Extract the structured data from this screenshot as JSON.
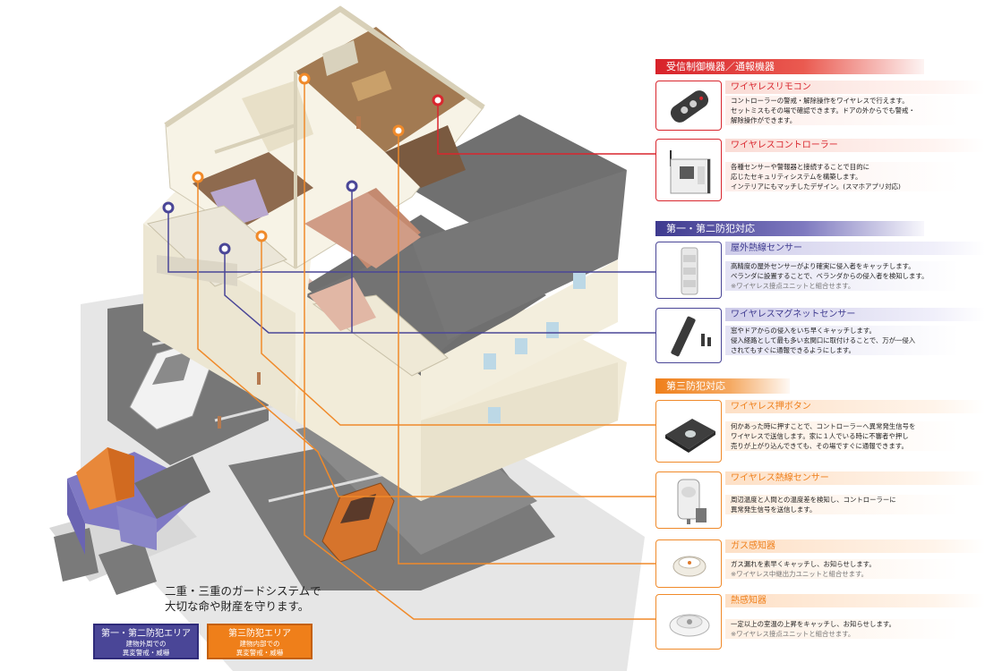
{
  "sections": {
    "receiver": {
      "title": "受信制御機器／通報機器",
      "color": "#d8222a"
    },
    "first_second": {
      "title": "第一・第二防犯対応",
      "color": "#3e3a8f"
    },
    "third": {
      "title": "第三防犯対応",
      "color": "#ef7f1a"
    }
  },
  "cards": [
    {
      "id": "remote",
      "icon": "wireless-remote-icon",
      "title": "ワイヤレスリモコン",
      "lines": [
        "コントローラーの警戒・解除操作をワイヤレスで行えます。",
        "セットミスもその場で確認できます。ドアの外からでも警戒・",
        "解除操作ができます。"
      ],
      "note": ""
    },
    {
      "id": "controller",
      "icon": "wireless-controller-icon",
      "title": "ワイヤレスコントローラー",
      "lines": [
        "各種センサーや警報器と接続することで目的に",
        "応じたセキュリティシステムを構築します。",
        "インテリアにもマッチしたデザイン。(スマホアプリ対応)"
      ],
      "note": ""
    },
    {
      "id": "outdoor",
      "icon": "outdoor-heat-sensor-icon",
      "title": "屋外熱線センサー",
      "lines": [
        "高精度の屋外センサーがより確実に侵入者をキャッチします。",
        "ベランダに設置することで、ベランダからの侵入者を検知します。"
      ],
      "note": "※ワイヤレス接点ユニットと組合せます。"
    },
    {
      "id": "magnet",
      "icon": "magnet-sensor-icon",
      "title": "ワイヤレスマグネットセンサー",
      "lines": [
        "窓やドアからの侵入をいち早くキャッチします。",
        "侵入経路として最も多い玄関口に取付けることで、万が一侵入",
        "されてもすぐに通報できるようにします。"
      ],
      "note": ""
    },
    {
      "id": "button",
      "icon": "push-button-icon",
      "title": "ワイヤレス押ボタン",
      "lines": [
        "何かあった時に押すことで、コントローラーへ異常発生信号を",
        "ワイヤレスで送信します。家に１人でいる時に不審者や押し",
        "売りが上がり込んできても、その場ですぐに通報できます。"
      ],
      "note": ""
    },
    {
      "id": "heatsensor",
      "icon": "wireless-heat-sensor-icon",
      "title": "ワイヤレス熱線センサー",
      "lines": [
        "周辺温度と人間との温度差を検知し、コントローラーに",
        "異常発生信号を送信します。"
      ],
      "note": ""
    },
    {
      "id": "gas",
      "icon": "gas-detector-icon",
      "title": "ガス感知器",
      "lines": [
        "ガス漏れを素早くキャッチし、お知らせします。"
      ],
      "note": "※ワイヤレス中継出力ユニットと組合せます。"
    },
    {
      "id": "heat",
      "icon": "heat-detector-icon",
      "title": "熱感知器",
      "lines": [
        "一定以上の室温の上昇をキャッチし、お知らせします。"
      ],
      "note": "※ワイヤレス接点ユニットと組合せます。"
    }
  ],
  "tagline": [
    "二重・三重のガードシステムで",
    "大切な命や財産を守ります。"
  ],
  "legend": {
    "purple": {
      "title": "第一・第二防犯エリア",
      "sub": [
        "建物外周での",
        "異変警戒・威嚇"
      ]
    },
    "orange": {
      "title": "第三防犯エリア",
      "sub": [
        "建物内部での",
        "異変警戒・威嚇"
      ]
    }
  },
  "colors": {
    "red": "#d9262e",
    "purple": "#4a4697",
    "orange": "#f08a2a"
  }
}
